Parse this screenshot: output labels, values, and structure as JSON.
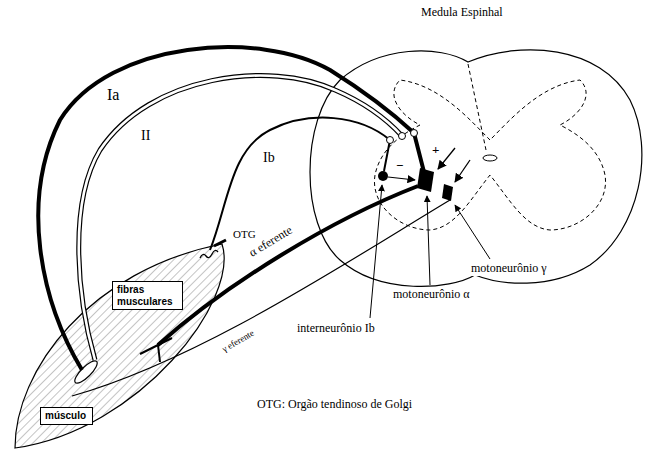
{
  "diagram": {
    "caption": "OTG: Orgão tendinoso de Golgi",
    "nodes": [
      {
        "text": [
          "fibras musculares"
        ]
      },
      {
        "text": [
          "músculo"
        ]
      }
    ],
    "labels": [
      "Medula Espinhal",
      "Ia",
      "II",
      "Ib",
      "OTG",
      "+",
      "−",
      "α eferente",
      "motoneurônio γ",
      "motoneurônio α",
      "interneurônio Ib",
      "γ eferente"
    ]
  }
}
